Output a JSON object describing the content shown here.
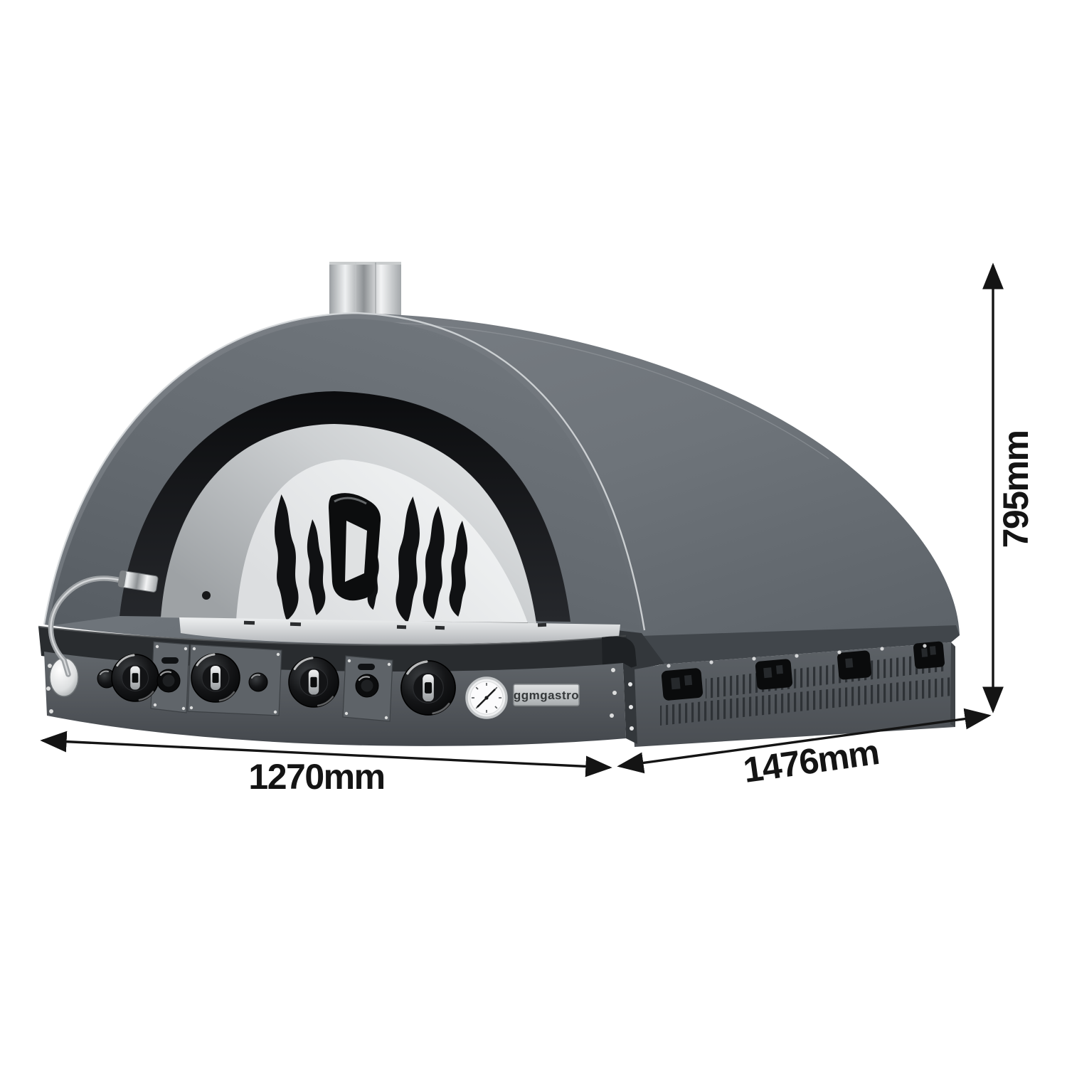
{
  "brand": {
    "label": "ggmgastro"
  },
  "dimensions": {
    "width": {
      "label": "1270mm",
      "orientation": "front-bottom"
    },
    "depth": {
      "label": "1476mm",
      "orientation": "right-diagonal"
    },
    "height": {
      "label": "795mm",
      "orientation": "right-vertical"
    }
  },
  "icons": {
    "flame_cutout": "flame-icon",
    "door_handle": "handle-icon",
    "thermometer": "gauge-icon",
    "chimney": "flue-icon"
  },
  "colors": {
    "background": "#ffffff",
    "dome_front_grey": "#676d73",
    "dome_top_grey": "#767b81",
    "dome_skirt_shadow": "#41464b",
    "arch_reveal_black": "#141518",
    "silver_arch": "#c6c9cb",
    "door_silver": "#e9ebec",
    "cutout_black": "#101113",
    "counter_ledge": "#292c2f",
    "control_panel_grey": "#53585d",
    "side_panel_grey": "#54585d",
    "stainless_chrome": "#d7d9da",
    "dimension_ink": "#141414"
  }
}
